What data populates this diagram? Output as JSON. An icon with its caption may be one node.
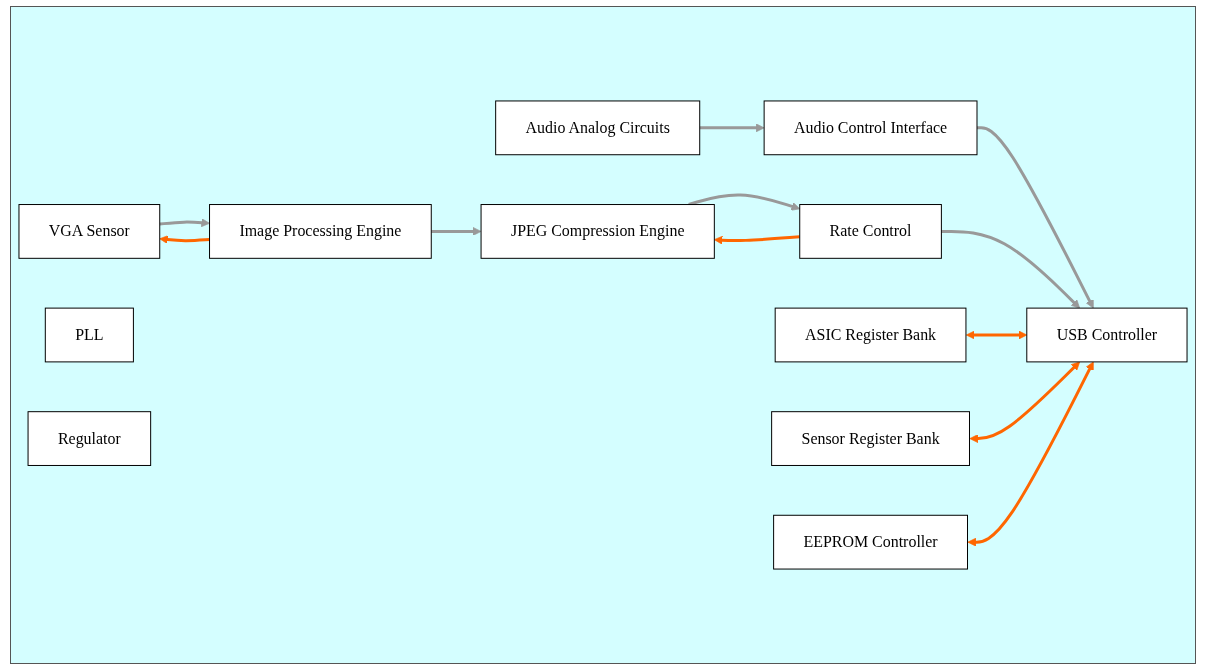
{
  "diagram": {
    "nodes": [
      {
        "text": [
          "Audio Analog Circuits"
        ]
      },
      {
        "text": [
          "Audio Control Interface"
        ]
      },
      {
        "text": [
          "VGA Sensor"
        ]
      },
      {
        "text": [
          "Image Processing Engine"
        ]
      },
      {
        "text": [
          "JPEG Compression Engine"
        ]
      },
      {
        "text": [
          "Rate Control"
        ]
      },
      {
        "text": [
          "USB Controller"
        ]
      },
      {
        "text": [
          "ASIC Register Bank"
        ]
      },
      {
        "text": [
          "PLL"
        ]
      },
      {
        "text": [
          "Sensor Register Bank"
        ]
      },
      {
        "text": [
          "EEPROM Controller"
        ]
      },
      {
        "text": [
          "Regulator"
        ]
      }
    ],
    "edges": [
      {
        "from": 0,
        "to": 1,
        "arrow": "to"
      },
      {
        "from": 1,
        "to": 6,
        "arrow": "to"
      },
      {
        "from": 3,
        "to": 2,
        "arrow": "to",
        "color": "#ff6600"
      },
      {
        "from": 2,
        "to": 3,
        "arrow": "to"
      },
      {
        "from": 3,
        "to": 4,
        "arrow": "to"
      },
      {
        "from": 5,
        "to": 4,
        "arrow": "to",
        "color": "#ff6600"
      },
      {
        "from": 4,
        "to": 5,
        "arrow": "to"
      },
      {
        "from": 5,
        "to": 6,
        "arrow": "to"
      },
      {
        "from": 7,
        "to": 6,
        "arrow": "both",
        "color": "#ff6600"
      },
      {
        "from": 9,
        "to": 6,
        "arrow": "both",
        "color": "#ff6600"
      },
      {
        "from": 10,
        "to": 6,
        "arrow": "both",
        "color": "#ff6600"
      }
    ]
  }
}
